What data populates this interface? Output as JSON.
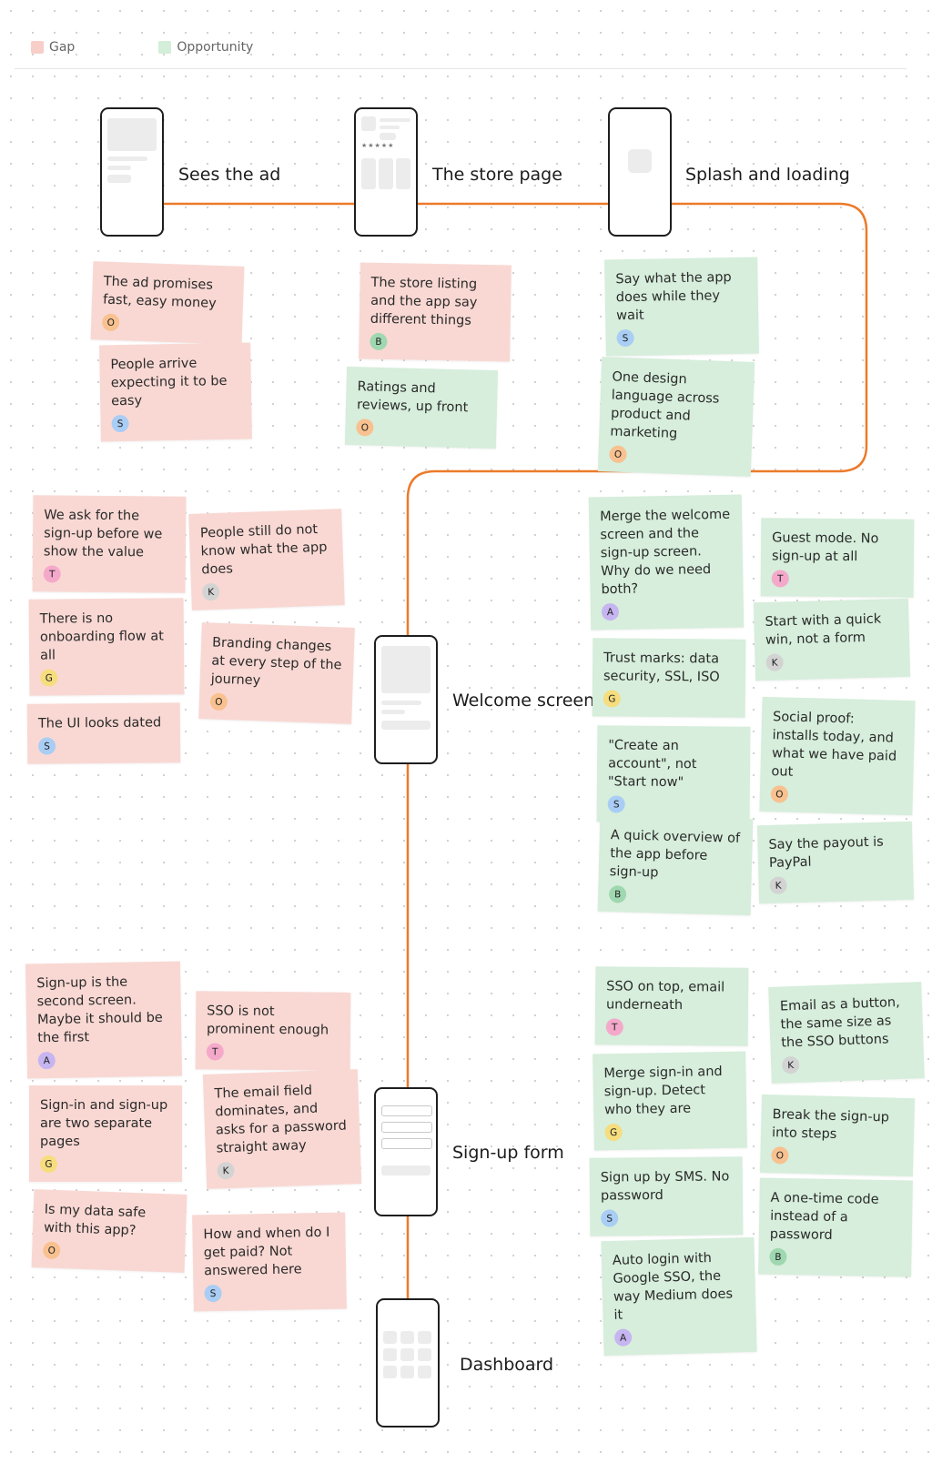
{
  "legend": {
    "gap_label": "Gap",
    "opportunity_label": "Opportunity"
  },
  "colors": {
    "gap": "#f9d8d3",
    "opportunity": "#d6eedb",
    "gap_swatch": "#f7cfc8",
    "opportunity_swatch": "#d3eed9",
    "flow_line": "#ec7a2a"
  },
  "avatar_colors": {
    "O": "#f8c18f",
    "S": "#a9cdf4",
    "B": "#9fd7b0",
    "T": "#f4a9cb",
    "K": "#d3d3d3",
    "G": "#f6dd7d",
    "A": "#c6b5f0"
  },
  "stages": {
    "ad": "Sees the ad",
    "store": "The store page",
    "splash": "Splash and loading",
    "welcome": "Welcome screen",
    "signup": "Sign-up form",
    "dashboard": "Dashboard"
  },
  "notes": [
    {
      "text": "The ad promises fast, easy money",
      "type": "gap",
      "avatar": "O"
    },
    {
      "text": "People arrive expecting it to be easy",
      "type": "gap",
      "avatar": "S"
    },
    {
      "text": "The store listing and the app say different things",
      "type": "gap",
      "avatar": "B"
    },
    {
      "text": "Ratings and reviews, up front",
      "type": "opportunity",
      "avatar": "O"
    },
    {
      "text": "Say what the app does while they wait",
      "type": "opportunity",
      "avatar": "S"
    },
    {
      "text": "One design language across product and marketing",
      "type": "opportunity",
      "avatar": "O"
    },
    {
      "text": "We ask for the sign-up before we show the value",
      "type": "gap",
      "avatar": "T"
    },
    {
      "text": "People still do not know what the app does",
      "type": "gap",
      "avatar": "K"
    },
    {
      "text": "There is no onboarding flow at all",
      "type": "gap",
      "avatar": "G"
    },
    {
      "text": "Branding changes at every step of the journey",
      "type": "gap",
      "avatar": "O"
    },
    {
      "text": "The UI looks dated",
      "type": "gap",
      "avatar": "S"
    },
    {
      "text": "Merge the welcome screen and the sign-up screen. Why do we need both?",
      "type": "opportunity",
      "avatar": "A"
    },
    {
      "text": "Guest mode. No sign-up at all",
      "type": "opportunity",
      "avatar": "T"
    },
    {
      "text": "Start with a quick win, not a form",
      "type": "opportunity",
      "avatar": "K"
    },
    {
      "text": "Trust marks: data security, SSL, ISO",
      "type": "opportunity",
      "avatar": "G"
    },
    {
      "text": "Social proof: installs today, and what we have paid out",
      "type": "opportunity",
      "avatar": "O"
    },
    {
      "text": "\"Create an account\", not \"Start now\"",
      "type": "opportunity",
      "avatar": "S"
    },
    {
      "text": "A quick overview of the app before sign-up",
      "type": "opportunity",
      "avatar": "B"
    },
    {
      "text": "Say the payout is PayPal",
      "type": "opportunity",
      "avatar": "K"
    },
    {
      "text": "Sign-up is the second screen. Maybe it should be the first",
      "type": "gap",
      "avatar": "A"
    },
    {
      "text": "SSO is not prominent enough",
      "type": "gap",
      "avatar": "T"
    },
    {
      "text": "Sign-in and sign-up are two separate pages",
      "type": "gap",
      "avatar": "G"
    },
    {
      "text": "The email field dominates, and asks for a password straight away",
      "type": "gap",
      "avatar": "K"
    },
    {
      "text": "Is my data safe with this app?",
      "type": "gap",
      "avatar": "O"
    },
    {
      "text": "How and when do I get paid? Not answered here",
      "type": "gap",
      "avatar": "S"
    },
    {
      "text": "SSO on top, email underneath",
      "type": "opportunity",
      "avatar": "T"
    },
    {
      "text": "Email as a button, the same size as the SSO buttons",
      "type": "opportunity",
      "avatar": "K"
    },
    {
      "text": "Merge sign-in and sign-up. Detect who they are",
      "type": "opportunity",
      "avatar": "G"
    },
    {
      "text": "Break the sign-up into steps",
      "type": "opportunity",
      "avatar": "O"
    },
    {
      "text": "Sign up by SMS. No password",
      "type": "opportunity",
      "avatar": "S"
    },
    {
      "text": "A one-time code instead of a password",
      "type": "opportunity",
      "avatar": "B"
    },
    {
      "text": "Auto login with Google SSO, the way Medium does it",
      "type": "opportunity",
      "avatar": "A"
    }
  ]
}
